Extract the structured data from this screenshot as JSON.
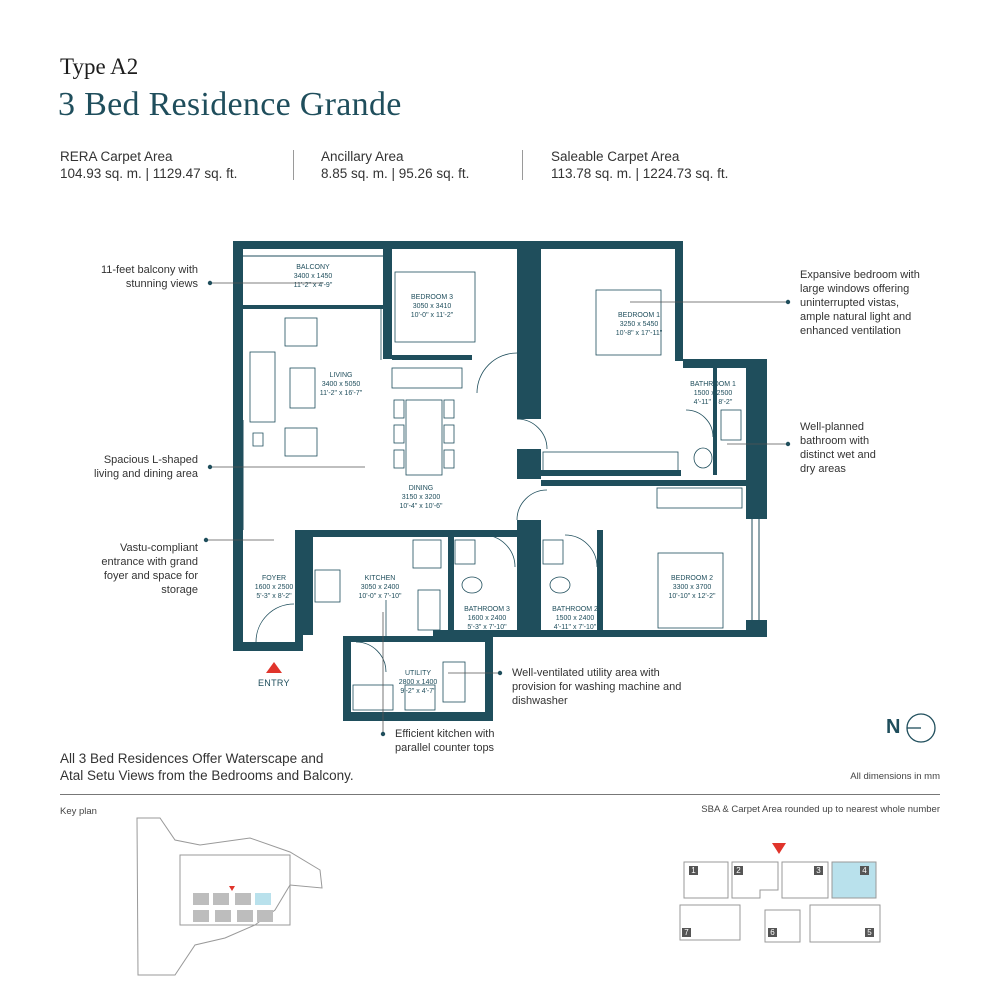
{
  "header": {
    "type_label": "Type A2",
    "title": "3 Bed Residence Grande"
  },
  "areas": [
    {
      "label": "RERA Carpet Area",
      "value": "104.93 sq. m. | 1129.47 sq. ft."
    },
    {
      "label": "Ancillary Area",
      "value": "8.85 sq. m. | 95.26 sq. ft."
    },
    {
      "label": "Saleable Carpet Area",
      "value": "113.78 sq. m. | 1224.73 sq. ft."
    }
  ],
  "rooms": {
    "balcony": {
      "name": "BALCONY",
      "mm": "3400 x 1450",
      "ft": "11'-2\" x 4'-9\""
    },
    "bedroom3": {
      "name": "BEDROOM 3",
      "mm": "3050 x 3410",
      "ft": "10'-0\" x 11'-2\""
    },
    "bedroom1": {
      "name": "BEDROOM 1",
      "mm": "3250 x 5450",
      "ft": "10'-8\" x 17'-11\""
    },
    "living": {
      "name": "LIVING",
      "mm": "3400 x 5050",
      "ft": "11'-2\" x 16'-7\""
    },
    "bathroom1": {
      "name": "BATHROOM 1",
      "mm": "1500 x 2500",
      "ft": "4'-11\" x 8'-2\""
    },
    "dining": {
      "name": "DINING",
      "mm": "3150 x 3200",
      "ft": "10'-4\" x 10'-6\""
    },
    "foyer": {
      "name": "FOYER",
      "mm": "1600 x 2500",
      "ft": "5'-3\" x 8'-2\""
    },
    "kitchen": {
      "name": "KITCHEN",
      "mm": "3050 x 2400",
      "ft": "10'-0\" x 7'-10\""
    },
    "bathroom3": {
      "name": "BATHROOM 3",
      "mm": "1600 x 2400",
      "ft": "5'-3\" x 7'-10\""
    },
    "bathroom2": {
      "name": "BATHROOM 2",
      "mm": "1500 x 2400",
      "ft": "4'-11\" x 7'-10\""
    },
    "bedroom2": {
      "name": "BEDROOM 2",
      "mm": "3300 x 3700",
      "ft": "10'-10\" x 12'-2\""
    },
    "utility": {
      "name": "UTILITY",
      "mm": "2800 x 1400",
      "ft": "9'-2\" x 4'-7\""
    }
  },
  "callouts": {
    "balcony": [
      "11-feet balcony with",
      "stunning views"
    ],
    "living": [
      "Spacious L-shaped",
      "living and dining area"
    ],
    "foyer": [
      "Vastu-compliant",
      "entrance with grand",
      "foyer and space for",
      "storage"
    ],
    "bedroom1": [
      "Expansive bedroom with",
      "large windows offering",
      "uninterrupted vistas,",
      "ample natural light and",
      "enhanced ventilation"
    ],
    "bathroom1": [
      "Well-planned",
      "bathroom with",
      "distinct wet and",
      "dry areas"
    ],
    "utility": [
      "Well-ventilated utility area with",
      "provision for washing machine and",
      "dishwasher"
    ],
    "kitchen": [
      "Efficient kitchen with",
      "parallel counter tops"
    ]
  },
  "entry_label": "ENTRY",
  "north_label": "N",
  "tagline": [
    "All 3 Bed Residences Offer Waterscape and",
    "Atal Setu Views from the Bedrooms and Balcony."
  ],
  "dims_note": "All dimensions in mm",
  "key_plan_label": "Key plan",
  "sba_note": "SBA & Carpet Area rounded up to nearest whole number",
  "tower_units": [
    "1",
    "2",
    "3",
    "4",
    "5",
    "6",
    "7"
  ],
  "colors": {
    "wall": "#1f4e5c",
    "title": "#1f4e5c",
    "highlight": "#b9e1ec",
    "entry_marker": "#e0342b"
  }
}
